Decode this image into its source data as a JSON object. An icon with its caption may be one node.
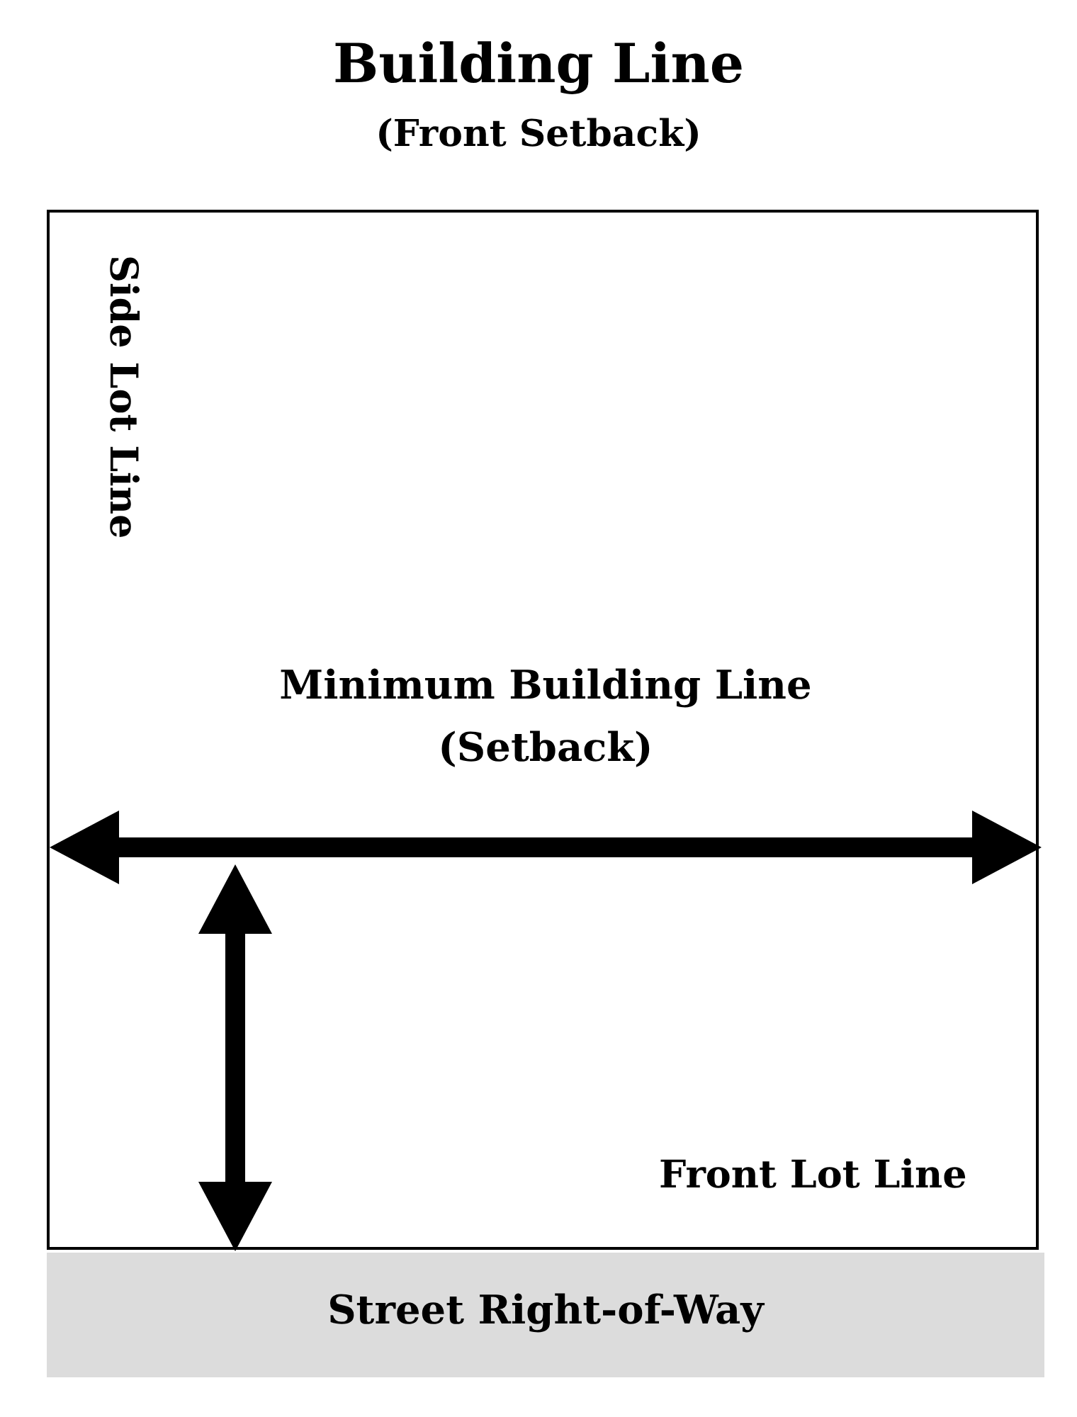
{
  "diagram": {
    "title": "Building Line",
    "nodes": [
      {
        "text": [
          "Side Lot Line",
          "Minimum Building Line (Setback)",
          "Front Lot Line"
        ]
      },
      {
        "text": [
          "Street Right-of-Way"
        ]
      }
    ],
    "edges": [],
    "labels": [
      "(Front Setback)"
    ]
  }
}
